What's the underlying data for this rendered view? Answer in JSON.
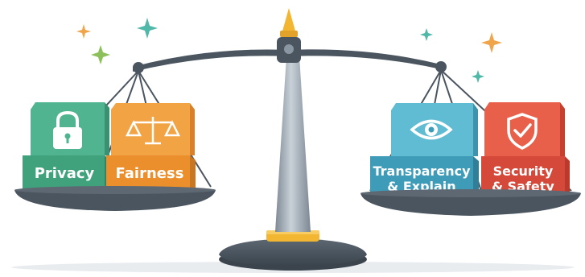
{
  "blocks": {
    "privacy": {
      "label": "Privacy",
      "color_top": "#4fb48f",
      "color_front": "#3fa27c",
      "icon": "lock-icon"
    },
    "fairness": {
      "label": "Fairness",
      "color_top": "#f2a444",
      "color_front": "#ea8f2c",
      "icon": "scales-icon"
    },
    "transparency": {
      "label_line1": "Transparency",
      "label_line2": "& Explain",
      "color_top": "#5fbcd3",
      "color_front": "#3e9cb8",
      "icon": "eye-icon"
    },
    "security": {
      "label_line1": "Security",
      "label_line2": "& Safety",
      "color_top": "#e8604a",
      "color_front": "#d4493a",
      "icon": "shield-check-icon"
    }
  },
  "colors": {
    "beam": "#4a5560",
    "pan": "#4a5560",
    "post": "#9aa6b1",
    "accent_gold": "#f2b632",
    "sparkle_teal": "#4fb8a8",
    "sparkle_orange": "#f0a54a",
    "sparkle_green": "#8cc05a"
  }
}
